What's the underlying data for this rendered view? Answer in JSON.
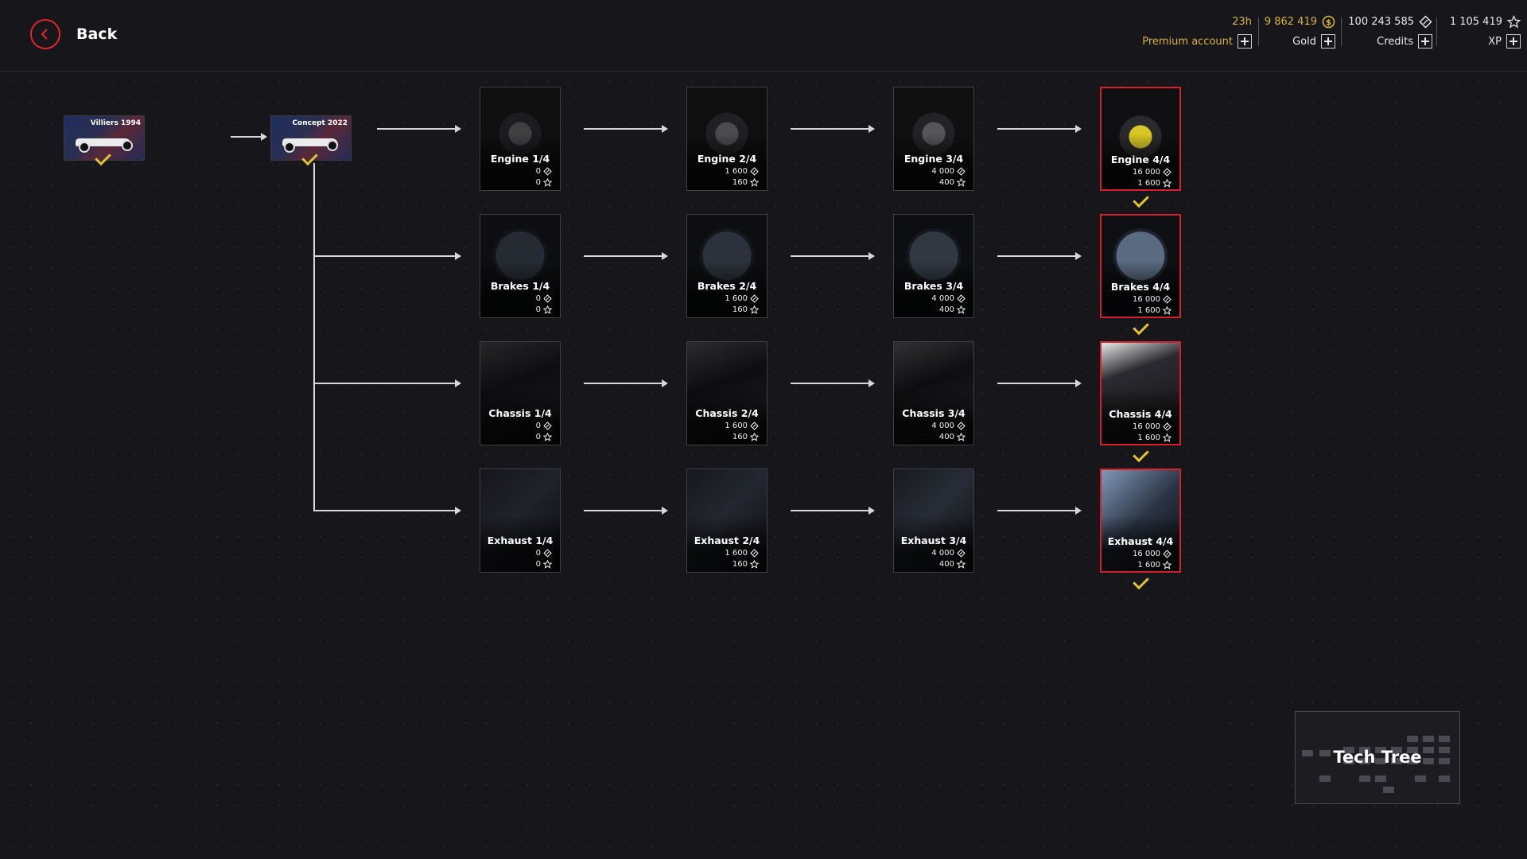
{
  "header": {
    "back_label": "Back",
    "premium_time": "23h",
    "premium_label": "Premium account",
    "gold_value": "9 862 419",
    "gold_label": "Gold",
    "credits_value": "100 243 585",
    "credits_label": "Credits",
    "xp_value": "1 105 419",
    "xp_label": "XP"
  },
  "vehicles": [
    {
      "name": "Villiers 1994"
    },
    {
      "name": "Concept 2022"
    }
  ],
  "upgrades": [
    [
      {
        "title": "Engine 1/4",
        "credits": "0",
        "xp": "0"
      },
      {
        "title": "Engine 2/4",
        "credits": "1 600",
        "xp": "160"
      },
      {
        "title": "Engine 3/4",
        "credits": "4 000",
        "xp": "400"
      },
      {
        "title": "Engine 4/4",
        "credits": "16 000",
        "xp": "1 600"
      }
    ],
    [
      {
        "title": "Brakes 1/4",
        "credits": "0",
        "xp": "0"
      },
      {
        "title": "Brakes 2/4",
        "credits": "1 600",
        "xp": "160"
      },
      {
        "title": "Brakes 3/4",
        "credits": "4 000",
        "xp": "400"
      },
      {
        "title": "Brakes 4/4",
        "credits": "16 000",
        "xp": "1 600"
      }
    ],
    [
      {
        "title": "Chassis 1/4",
        "credits": "0",
        "xp": "0"
      },
      {
        "title": "Chassis 2/4",
        "credits": "1 600",
        "xp": "160"
      },
      {
        "title": "Chassis 3/4",
        "credits": "4 000",
        "xp": "400"
      },
      {
        "title": "Chassis 4/4",
        "credits": "16 000",
        "xp": "1 600"
      }
    ],
    [
      {
        "title": "Exhaust 1/4",
        "credits": "0",
        "xp": "0"
      },
      {
        "title": "Exhaust 2/4",
        "credits": "1 600",
        "xp": "160"
      },
      {
        "title": "Exhaust 3/4",
        "credits": "4 000",
        "xp": "400"
      },
      {
        "title": "Exhaust 4/4",
        "credits": "16 000",
        "xp": "1 600"
      }
    ]
  ],
  "minimap": {
    "title": "Tech Tree"
  },
  "colors": {
    "accent_red": "#d4202a",
    "check_yellow": "#e3c233",
    "gold": "#d6b33d"
  },
  "icons": {
    "back": "chevron-left-icon",
    "gold": "coin-icon",
    "credits": "credits-diamond-icon",
    "xp": "star-icon",
    "plus": "plus-icon"
  }
}
